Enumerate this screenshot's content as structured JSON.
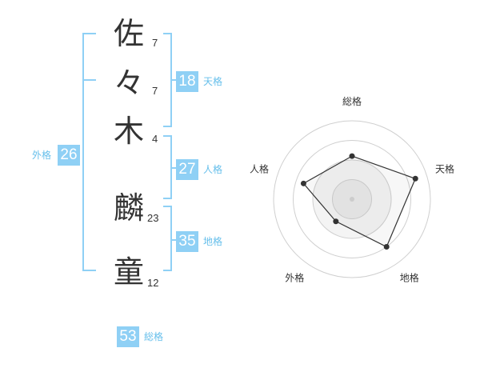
{
  "name": {
    "chars": [
      {
        "char": "佐",
        "strokes": "7"
      },
      {
        "char": "々",
        "strokes": "7"
      },
      {
        "char": "木",
        "strokes": "4"
      },
      {
        "char": "麟",
        "strokes": "23"
      },
      {
        "char": "童",
        "strokes": "12"
      }
    ]
  },
  "fortunes": {
    "tenkaku": {
      "value": "18",
      "label": "天格"
    },
    "jinkaku": {
      "value": "27",
      "label": "人格"
    },
    "chikaku": {
      "value": "35",
      "label": "地格"
    },
    "gaikaku": {
      "value": "26",
      "label": "外格"
    },
    "soukaku": {
      "value": "53",
      "label": "総格"
    }
  },
  "radar": {
    "labels": [
      "総格",
      "天格",
      "地格",
      "外格",
      "人格"
    ],
    "values": [
      0.55,
      0.85,
      0.75,
      0.35,
      0.65
    ]
  },
  "colors": {
    "accent": "#8fd0f5",
    "accent_text": "#66bfeb",
    "line": "#333333"
  }
}
